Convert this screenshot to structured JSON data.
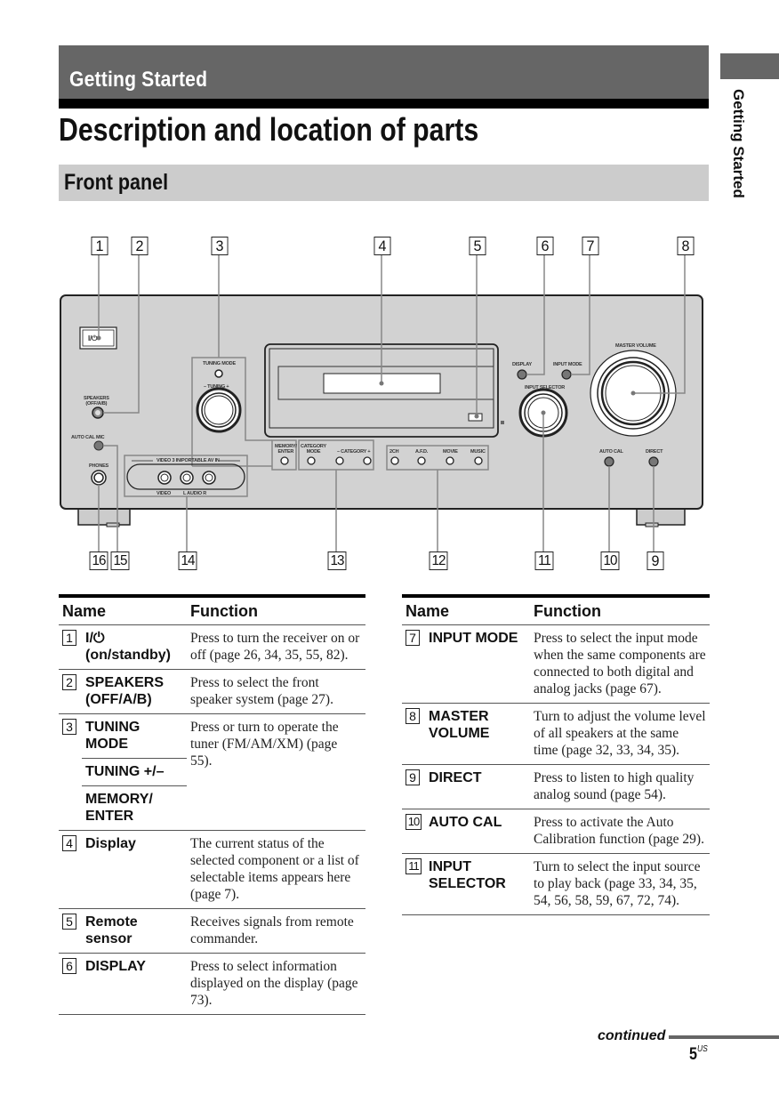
{
  "section": {
    "title": "Getting Started",
    "side_tab_label": "Getting Started"
  },
  "page_title": "Description and location of parts",
  "subsection_title": "Front panel",
  "diagram": {
    "callouts_top": [
      "1",
      "2",
      "3",
      "4",
      "5",
      "6",
      "7",
      "8"
    ],
    "callouts_bottom": [
      "16",
      "15",
      "14",
      "13",
      "12",
      "11",
      "10",
      "9"
    ],
    "panel_labels": {
      "power": "I/⏻",
      "speakers": "SPEAKERS\n(OFF/A/B)",
      "auto_cal_mic": "AUTO CAL MIC",
      "phones": "PHONES",
      "tuning_mode": "TUNING MODE",
      "tuning": "–  TUNING  +",
      "memory_enter": "MEMORY/\nENTER",
      "category_mode": "CATEGORY\nMODE",
      "category": "– CATEGORY +",
      "video3_in": "VIDEO 3 IN/PORTABLE AV IN",
      "video": "VIDEO",
      "audio": "L   AUDIO   R",
      "two_ch": "2CH",
      "afd": "A.F.D.",
      "movie": "MOVIE",
      "music": "MUSIC",
      "display": "DISPLAY",
      "input_mode": "INPUT MODE",
      "input_selector": "INPUT SELECTOR",
      "master_volume": "MASTER VOLUME",
      "auto_cal": "AUTO CAL",
      "direct": "DIRECT"
    }
  },
  "table_headers": {
    "name": "Name",
    "function": "Function"
  },
  "left_table": [
    {
      "num": "1",
      "name": "I/⏻\n(on/standby)",
      "function": "Press to turn the receiver on or off (page 26, 34, 35, 55, 82)."
    },
    {
      "num": "2",
      "name": "SPEAKERS (OFF/A/B)",
      "function": "Press to select the front speaker system (page 27)."
    },
    {
      "num": "3",
      "name": "TUNING MODE",
      "sub_names": [
        "TUNING +/–",
        "MEMORY/ ENTER"
      ],
      "function": "Press or turn to operate the tuner (FM/AM/XM) (page 55)."
    },
    {
      "num": "4",
      "name": "Display",
      "function": "The current status of the selected component or a list of selectable items appears here (page 7)."
    },
    {
      "num": "5",
      "name": "Remote sensor",
      "function": "Receives signals from remote commander."
    },
    {
      "num": "6",
      "name": "DISPLAY",
      "function": "Press to select information displayed on the display (page 73)."
    }
  ],
  "right_table": [
    {
      "num": "7",
      "name": "INPUT MODE",
      "function": "Press to select the input mode when the same components are connected to both digital and analog jacks (page 67)."
    },
    {
      "num": "8",
      "name": "MASTER VOLUME",
      "function": "Turn to adjust the volume level of all speakers at the same time (page 32, 33, 34, 35)."
    },
    {
      "num": "9",
      "name": "DIRECT",
      "function": "Press to listen to high quality analog sound (page 54)."
    },
    {
      "num": "10",
      "name": "AUTO CAL",
      "function": "Press to activate the Auto Calibration function (page 29)."
    },
    {
      "num": "11",
      "name": "INPUT SELECTOR",
      "function": "Turn to select the input source to play back (page 33, 34, 35, 54, 56, 58, 59, 67, 72, 74)."
    }
  ],
  "footer": {
    "continued": "continued",
    "page_number": "5",
    "page_suffix": "US"
  }
}
